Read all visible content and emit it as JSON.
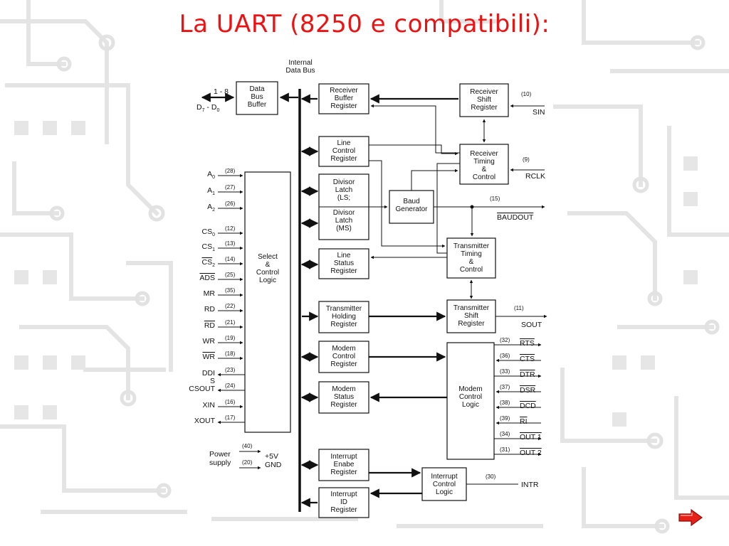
{
  "slide": {
    "title": "La UART (8250 e compatibili):"
  },
  "diagram": {
    "bus_label": [
      "Internal",
      "Data Bus"
    ],
    "data_bus_width": "1 - 8",
    "data_pins": "D",
    "blocks": {
      "data_bus_buffer": [
        "Data",
        "Bus",
        "Buffer"
      ],
      "receiver_buffer": [
        "Receiver",
        "Buffer",
        "Register"
      ],
      "receiver_shift": [
        "Receiver",
        "Shift",
        "Register"
      ],
      "line_control": [
        "Line",
        "Control",
        "Register"
      ],
      "receiver_timing": [
        "Receiver",
        "Timing",
        "&",
        "Control"
      ],
      "divisor_ls": [
        "Divisor",
        "Latch",
        "(LS;"
      ],
      "divisor_ms": [
        "Divisor",
        "Latch",
        "(MS)"
      ],
      "baud_generator": [
        "Baud",
        "Generator"
      ],
      "line_status": [
        "Line",
        "Status",
        "Register"
      ],
      "transmitter_timing": [
        "Transmitter",
        "Timing",
        "&",
        "Control"
      ],
      "select_control": [
        "Select",
        "&",
        "Control",
        "Logic"
      ],
      "transmitter_holding": [
        "Transmitter",
        "Holding",
        "Register"
      ],
      "transmitter_shift": [
        "Transmitter",
        "Shift",
        "Register"
      ],
      "modem_control_reg": [
        "Modem",
        "Control",
        "Register"
      ],
      "modem_status_reg": [
        "Modem",
        "Status",
        "Register"
      ],
      "modem_control_logic": [
        "Modem",
        "Control",
        "Logic"
      ],
      "interrupt_enable": [
        "Interrupt",
        "Enabe",
        "Register"
      ],
      "interrupt_id": [
        "Interrupt",
        "ID",
        "Register"
      ],
      "interrupt_control": [
        "Interrupt",
        "Control",
        "Logic"
      ]
    },
    "left_signals": [
      {
        "name": "A",
        "sub": "0",
        "pin": "(28)",
        "over": false
      },
      {
        "name": "A",
        "sub": "1",
        "pin": "(27)",
        "over": false
      },
      {
        "name": "A",
        "sub": "2",
        "pin": "(26)",
        "over": false
      },
      {
        "name": "CS",
        "sub": "0",
        "pin": "(12)",
        "over": false
      },
      {
        "name": "CS",
        "sub": "1",
        "pin": "(13)",
        "over": false
      },
      {
        "name": "CS",
        "sub": "2",
        "pin": "(14)",
        "over": true
      },
      {
        "name": "ADS",
        "sub": "",
        "pin": "(25)",
        "over": true
      },
      {
        "name": "MR",
        "sub": "",
        "pin": "(35)",
        "over": false
      },
      {
        "name": "RD",
        "sub": "",
        "pin": "(22)",
        "over": false
      },
      {
        "name": "RD",
        "sub": "",
        "pin": "(21)",
        "over": true
      },
      {
        "name": "WR",
        "sub": "",
        "pin": "(19)",
        "over": false
      },
      {
        "name": "WR",
        "sub": "",
        "pin": "(18)",
        "over": true
      },
      {
        "name": "DDI",
        "sub": "",
        "pin": "(23)",
        "over": false
      },
      {
        "name": "S",
        "sub": "",
        "pin": "",
        "over": false
      },
      {
        "name": "CSOUT",
        "sub": "",
        "pin": "(24)",
        "over": false
      },
      {
        "name": "XIN",
        "sub": "",
        "pin": "(16)",
        "over": false
      },
      {
        "name": "XOUT",
        "sub": "",
        "pin": "(17)",
        "over": false
      }
    ],
    "power": {
      "power_label": "Power",
      "supply_label": "supply",
      "vcc_pin": "(40)",
      "gnd_pin": "(20)",
      "vcc": "+5V",
      "gnd": "GND"
    },
    "right_signals": {
      "sin": {
        "name": "SIN",
        "pin": "(10)"
      },
      "rclk": {
        "name": "RCLK",
        "pin": "(9)"
      },
      "baudout": {
        "name": "BAUDOUT",
        "pin": "(15)"
      },
      "sout": {
        "name": "SOUT",
        "pin": "(11)"
      },
      "intr": {
        "name": "INTR",
        "pin": "(30)"
      },
      "modem": [
        {
          "name": "RTS",
          "pin": "(32)"
        },
        {
          "name": "CTS",
          "pin": "(36)"
        },
        {
          "name": "DTR",
          "pin": "(33)"
        },
        {
          "name": "DSR",
          "pin": "(37)"
        },
        {
          "name": "DCD",
          "pin": "(38)"
        },
        {
          "name": "RI",
          "pin": "(39)"
        },
        {
          "name": "OUT 1",
          "pin": "(34)"
        },
        {
          "name": "OUT 2",
          "pin": "(31)"
        }
      ]
    }
  },
  "nav": {
    "next_icon": "red-arrow-right-icon",
    "arrow_color": "#e8201a"
  },
  "colors": {
    "title": "#ee1111",
    "circuit_background": "#d9d9d9"
  }
}
